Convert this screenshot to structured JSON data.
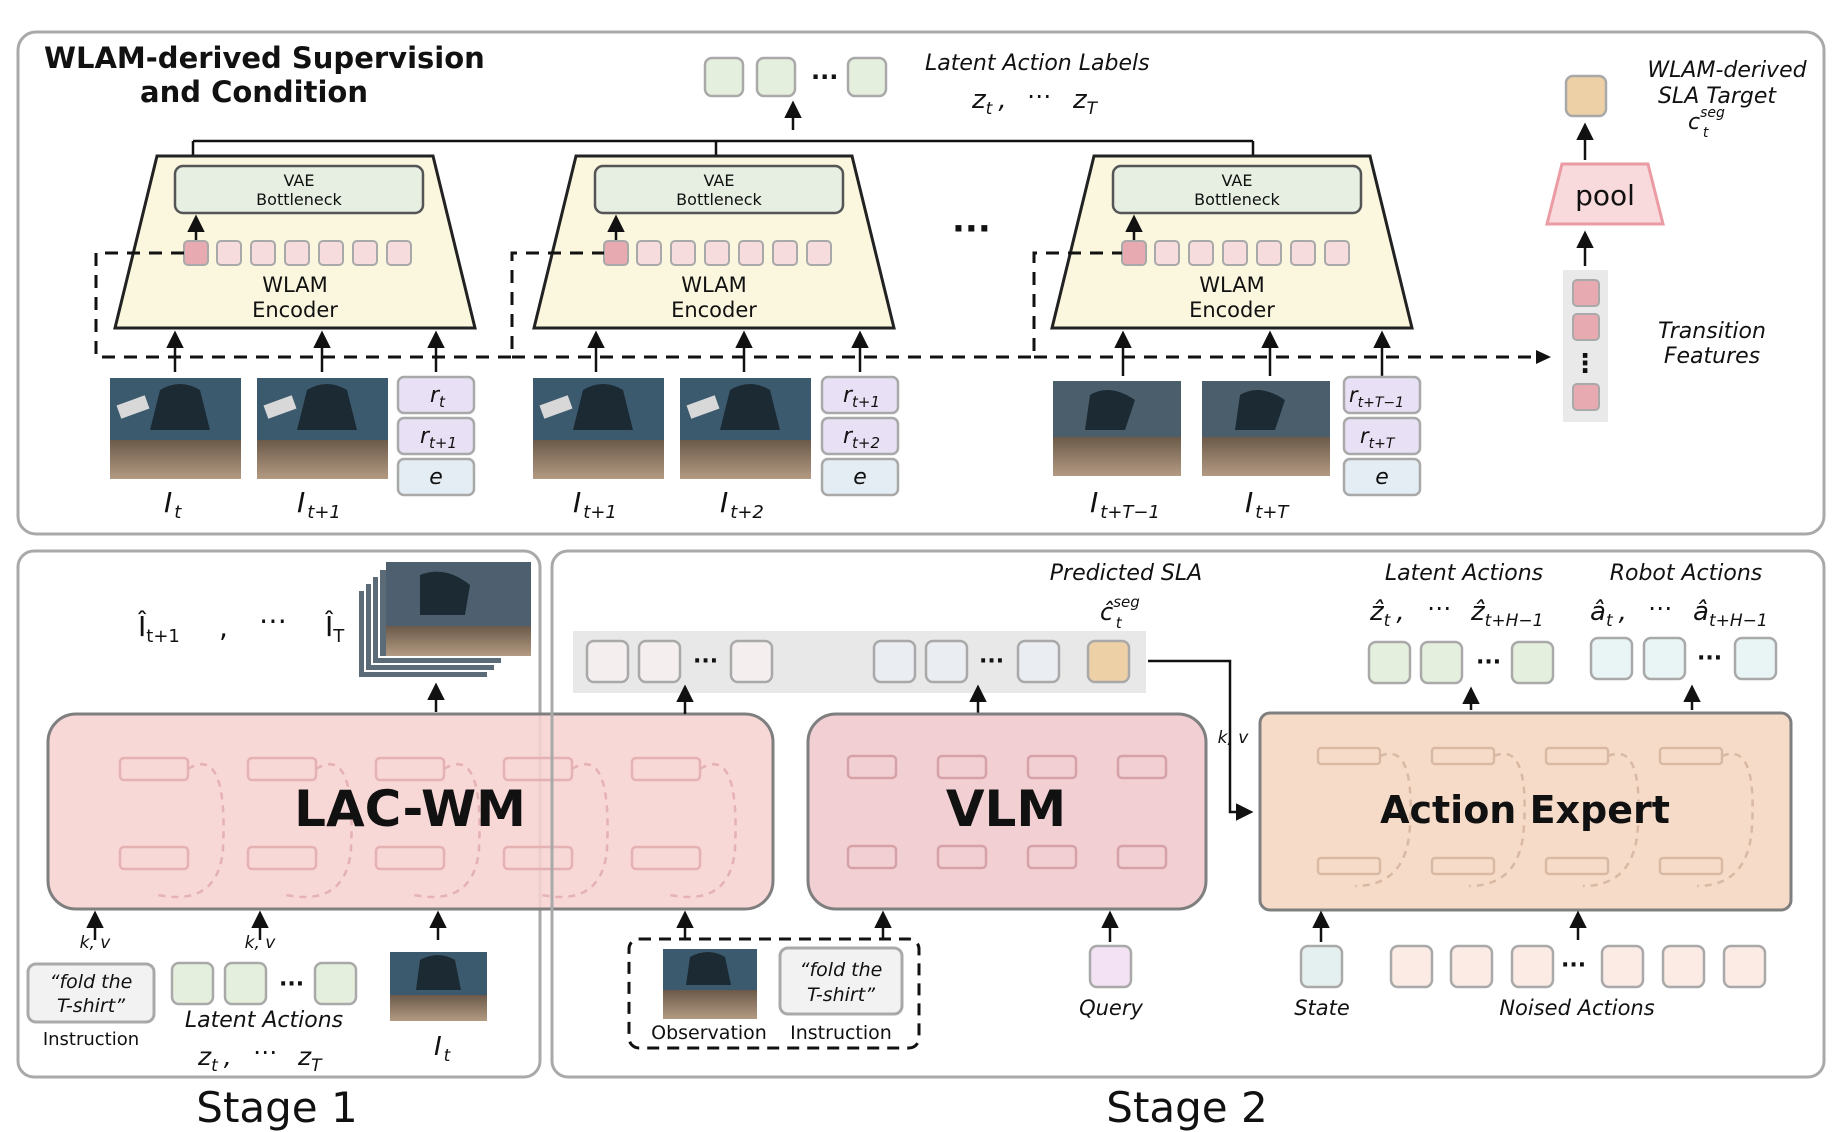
{
  "top_panel": {
    "title_line1": "WLAM-derived Supervision",
    "title_line2": "and Condition",
    "latent_labels_title": "Latent Action Labels",
    "latent_z_first": "z",
    "latent_z_first_sub": "t",
    "latent_z_sep": ",",
    "latent_z_dots": "⋯",
    "latent_z_last": "z",
    "latent_z_last_sub": "T",
    "encoders": [
      {
        "bottleneck_line1": "VAE",
        "bottleneck_line2": "Bottleneck",
        "name_line1": "WLAM",
        "name_line2": "Encoder"
      },
      {
        "bottleneck_line1": "VAE",
        "bottleneck_line2": "Bottleneck",
        "name_line1": "WLAM",
        "name_line2": "Encoder"
      },
      {
        "bottleneck_line1": "VAE",
        "bottleneck_line2": "Bottleneck",
        "name_line1": "WLAM",
        "name_line2": "Encoder"
      }
    ],
    "encoder_gap_dots": "···",
    "groups": [
      {
        "img1": "I",
        "img1_sub": "t",
        "img2": "I",
        "img2_sub": "t+1",
        "r1": "r",
        "r1_sub": "t",
        "r2": "r",
        "r2_sub": "t+1",
        "e": "e"
      },
      {
        "img1": "I",
        "img1_sub": "t+1",
        "img2": "I",
        "img2_sub": "t+2",
        "r1": "r",
        "r1_sub": "t+1",
        "r2": "r",
        "r2_sub": "t+2",
        "e": "e"
      },
      {
        "img1": "I",
        "img1_sub": "t+T−1",
        "img2": "I",
        "img2_sub": "t+T",
        "r1": "r",
        "r1_sub": "t+T−1",
        "r2": "r",
        "r2_sub": "t+T",
        "e": "e"
      }
    ],
    "pool_label": "pool",
    "sla_target_line1": "WLAM-derived",
    "sla_target_line2": "SLA Target",
    "sla_target_c": "c",
    "sla_target_sup": "seg",
    "sla_target_sub": "t",
    "transition_line1": "Transition",
    "transition_line2": "Features",
    "transition_dots": "⋮"
  },
  "stage1": {
    "caption": "Stage 1",
    "pred_img_first": "Î",
    "pred_img_first_sub": "t+1",
    "pred_sep": ",",
    "pred_dots": "⋯",
    "pred_img_last": "Î",
    "pred_img_last_sub": "T",
    "model_label": "LAC-WM",
    "kv_label_1": "k, v",
    "kv_label_2": "k, v",
    "instruction_quote_line1": "“fold the",
    "instruction_quote_line2": "T-shirt”",
    "instruction_label": "Instruction",
    "latent_actions_label": "Latent Actions",
    "latent_dots": "···",
    "latent_z_first": "z",
    "latent_z_first_sub": "t",
    "latent_z_sep": ",",
    "latent_z_dots": "⋯",
    "latent_z_last": "z",
    "latent_z_last_sub": "T",
    "image_label": "I",
    "image_label_sub": "t"
  },
  "stage2": {
    "caption": "Stage 2",
    "predicted_sla_title": "Predicted SLA",
    "predicted_sla_c": "ĉ",
    "predicted_sla_sup": "seg",
    "predicted_sla_sub": "t",
    "token_dots_1": "···",
    "token_dots_2": "···",
    "vlm_label": "VLM",
    "kv_label": "k, v",
    "action_expert_label": "Action Expert",
    "observation_label": "Observation",
    "instruction_quote_line1": "“fold the",
    "instruction_quote_line2": "T-shirt”",
    "instruction_label": "Instruction",
    "query_label": "Query",
    "state_label": "State",
    "noised_actions_label": "Noised Actions",
    "noised_dots": "···",
    "latent_actions_title": "Latent Actions",
    "latent_first": "ẑ",
    "latent_first_sub": "t",
    "latent_sep": ",",
    "latent_dots_text": "⋯",
    "latent_last": "ẑ",
    "latent_last_sub": "t+H−1",
    "latent_token_dots": "···",
    "robot_actions_title": "Robot Actions",
    "robot_first": "â",
    "robot_first_sub": "t",
    "robot_sep": ",",
    "robot_dots_text": "⋯",
    "robot_last": "â",
    "robot_last_sub": "t+H−1",
    "robot_token_dots": "···"
  },
  "colors": {
    "panel_border": "#a9a9a9",
    "encoder_fill": "#fbf6de",
    "bottleneck_fill": "#e6efe2",
    "pink_token": "#e8aab1",
    "pink_token_light": "#f6dcdc",
    "latent_green": "#e4f0dd",
    "sla_orange": "#edd0a6",
    "purple_token": "#e8e0f4",
    "blue_token": "#e3edf3",
    "lacwm_fill": "#f7d1d2",
    "vlm_fill": "#f1cfd2",
    "action_expert_fill": "#f6dcc8",
    "pool_fill": "#f8d9dc",
    "pool_stroke": "#ea9ba4",
    "noised_fill": "#fbebe4",
    "query_fill": "#f3e2f4",
    "state_fill": "#e4f0ef",
    "robot_fill": "#e9f4f4"
  }
}
